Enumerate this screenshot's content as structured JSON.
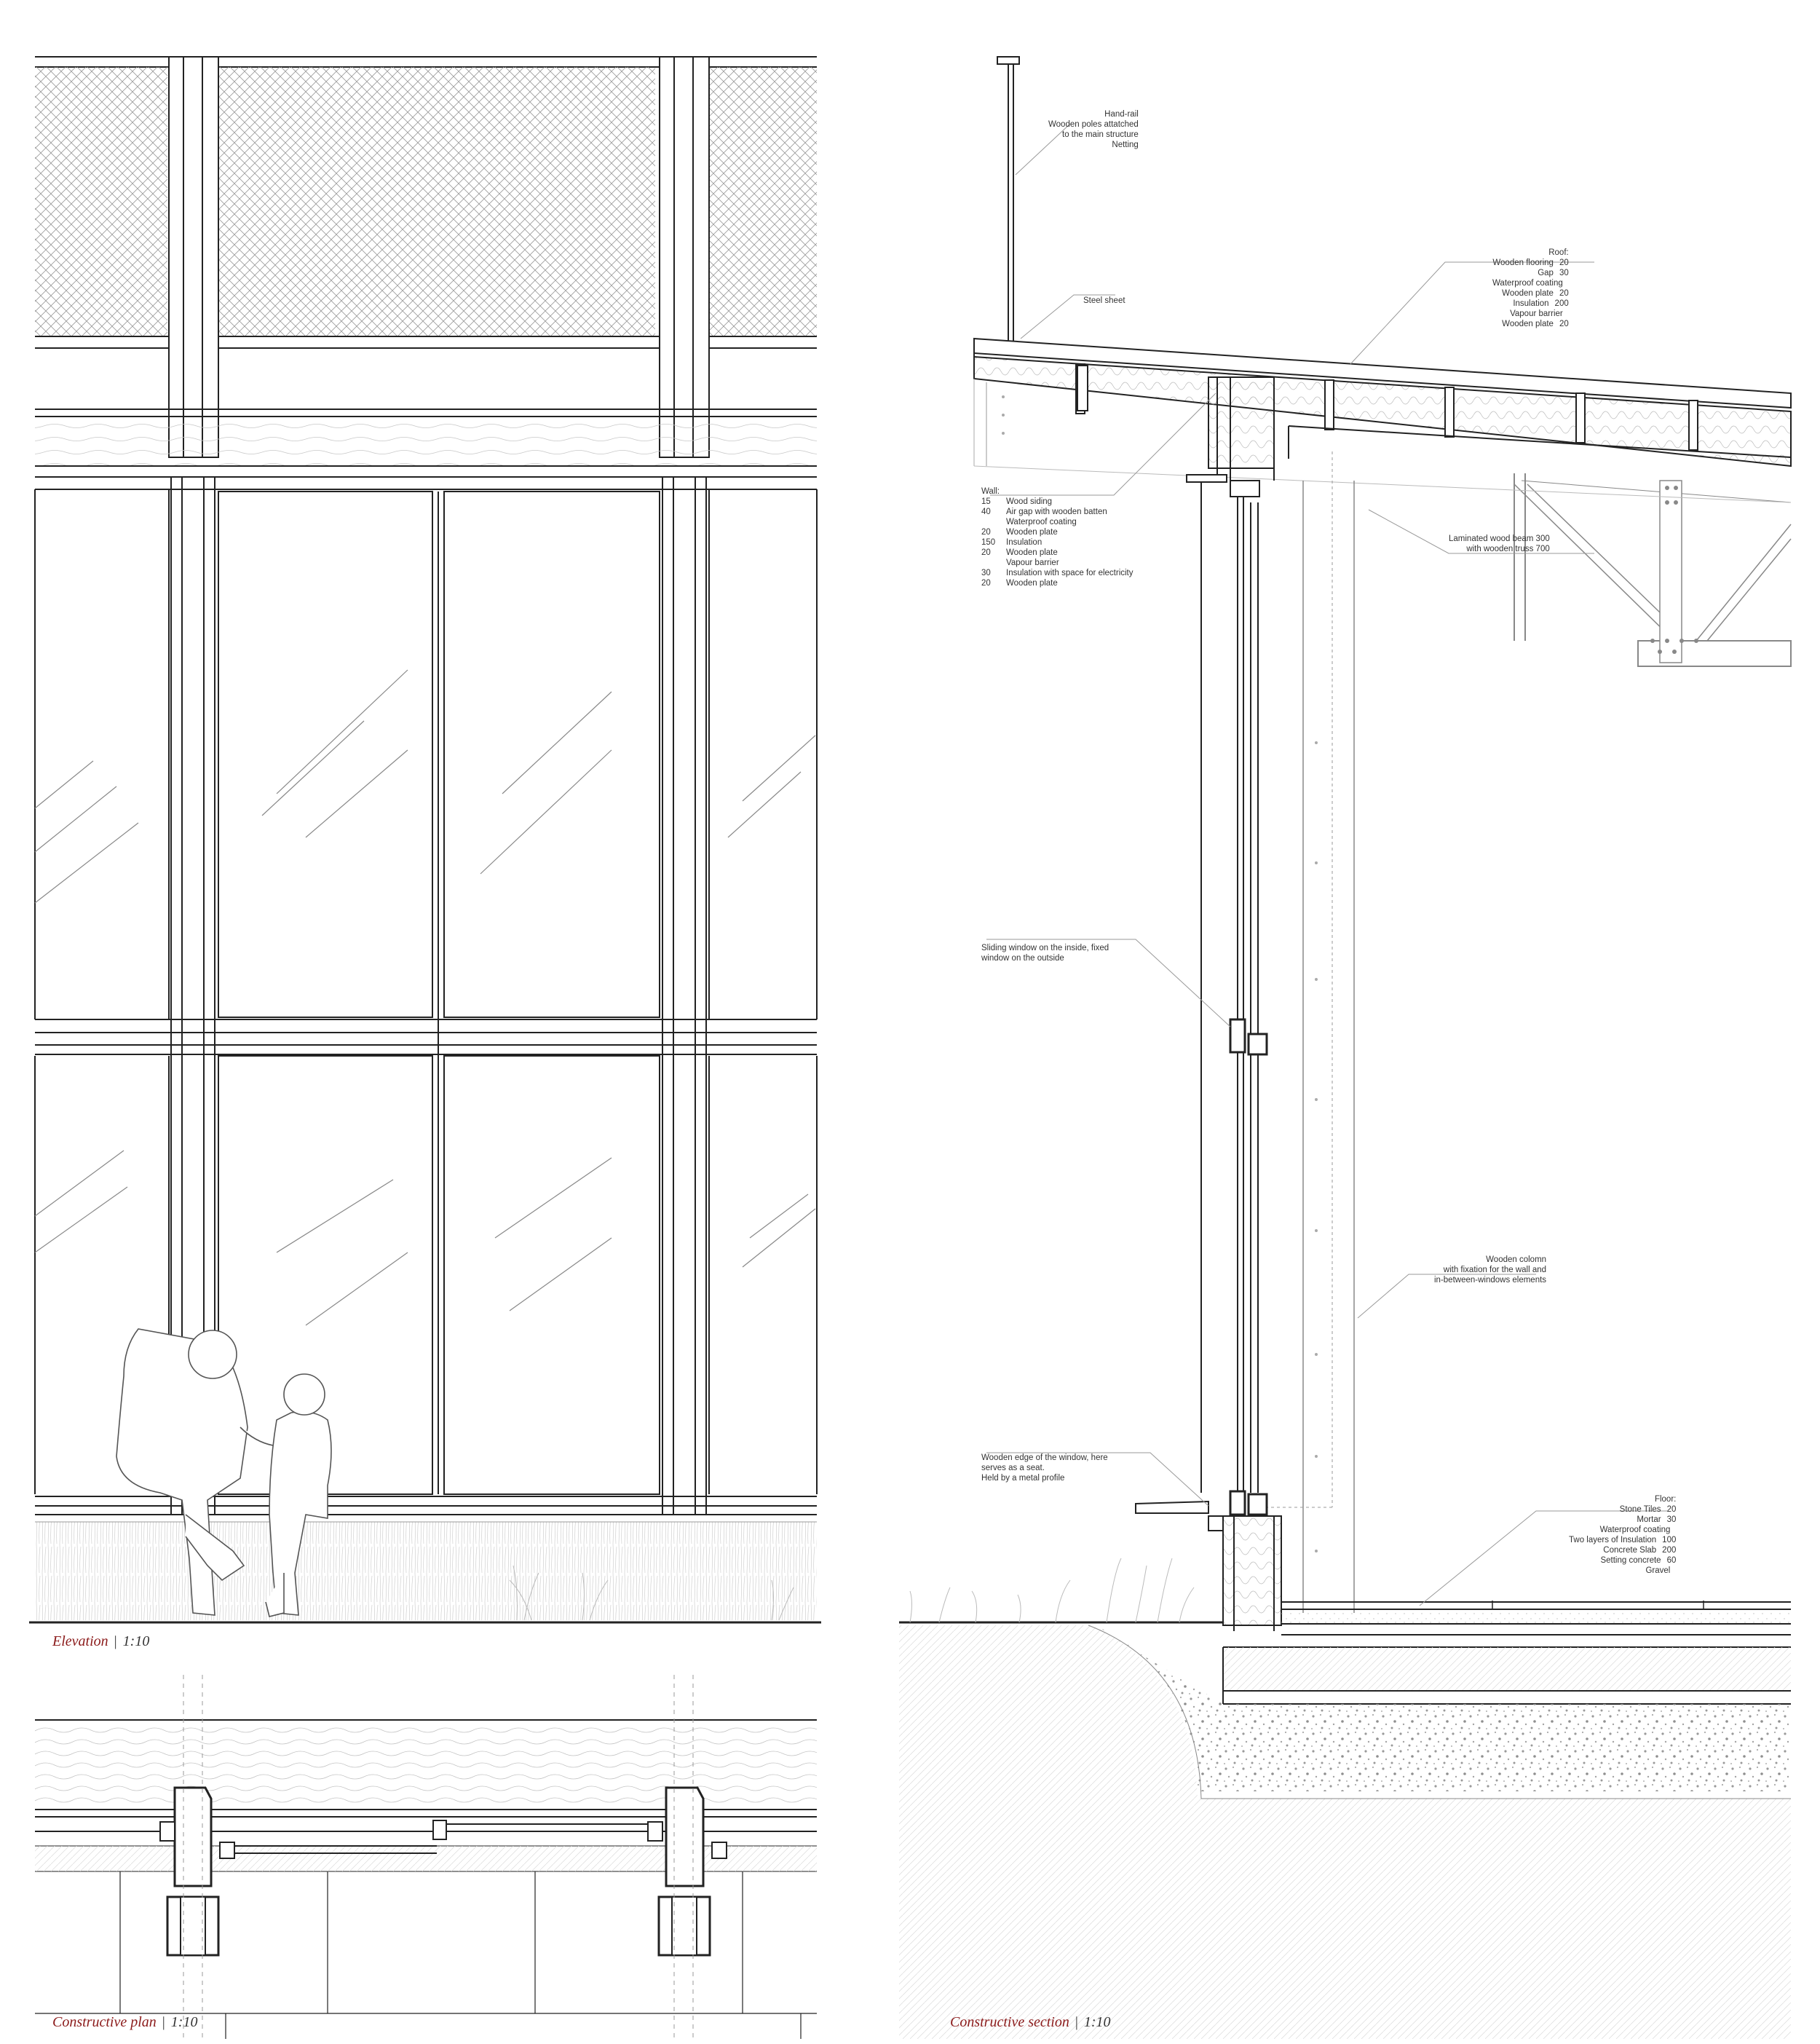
{
  "captions": {
    "elevation": {
      "title": "Elevation",
      "scale": "1:10"
    },
    "plan": {
      "title": "Constructive plan",
      "scale": "1:10"
    },
    "section": {
      "title": "Constructive section",
      "scale": "1:10"
    }
  },
  "colors": {
    "accent": "#8b1a1a",
    "line": "#222222",
    "hatch": "#bbbbbb"
  },
  "annotations": {
    "handrail": {
      "lines": [
        "Hand-rail",
        "Wooden poles attatched",
        "to the main structure",
        "Netting"
      ]
    },
    "steel_sheet": {
      "lines": [
        "Steel sheet"
      ]
    },
    "roof": {
      "heading": "Roof:",
      "items": [
        {
          "label": "Wooden flooring",
          "value": "20"
        },
        {
          "label": "Gap",
          "value": "30"
        },
        {
          "label": "Waterproof coating",
          "value": ""
        },
        {
          "label": "Wooden plate",
          "value": "20"
        },
        {
          "label": "Insulation",
          "value": "200"
        },
        {
          "label": "Vapour barrier",
          "value": ""
        },
        {
          "label": "Wooden plate",
          "value": "20"
        }
      ]
    },
    "wall": {
      "heading": "Wall:",
      "items": [
        {
          "value": "15",
          "label": "Wood siding"
        },
        {
          "value": "40",
          "label": "Air gap with wooden batten"
        },
        {
          "value": "",
          "label": "Waterproof coating"
        },
        {
          "value": "20",
          "label": "Wooden plate"
        },
        {
          "value": "150",
          "label": "Insulation"
        },
        {
          "value": "20",
          "label": "Wooden plate"
        },
        {
          "value": "",
          "label": "Vapour barrier"
        },
        {
          "value": "30",
          "label": "Insulation with space for electricity"
        },
        {
          "value": "20",
          "label": "Wooden plate"
        }
      ]
    },
    "beam": {
      "lines": [
        "Laminated wood beam  300",
        "with wooden truss  700"
      ]
    },
    "sliding_window": {
      "lines": [
        "Sliding window on the inside, fixed",
        "window on the outside"
      ]
    },
    "column": {
      "lines": [
        "Wooden colomn",
        "with fixation for the wall and",
        "in-between-windows elements"
      ]
    },
    "window_edge": {
      "lines": [
        "Wooden edge of the window, here",
        "serves as a seat.",
        "Held by a metal profile"
      ]
    },
    "floor": {
      "heading": "Floor:",
      "items": [
        {
          "label": "Stone Tiles",
          "value": "20"
        },
        {
          "label": "Mortar",
          "value": "30"
        },
        {
          "label": "Waterproof coating",
          "value": ""
        },
        {
          "label": "Two layers of Insulation",
          "value": "100"
        },
        {
          "label": "Concrete Slab",
          "value": "200"
        },
        {
          "label": "Setting concrete",
          "value": "60"
        },
        {
          "label": "Gravel",
          "value": ""
        }
      ]
    }
  }
}
